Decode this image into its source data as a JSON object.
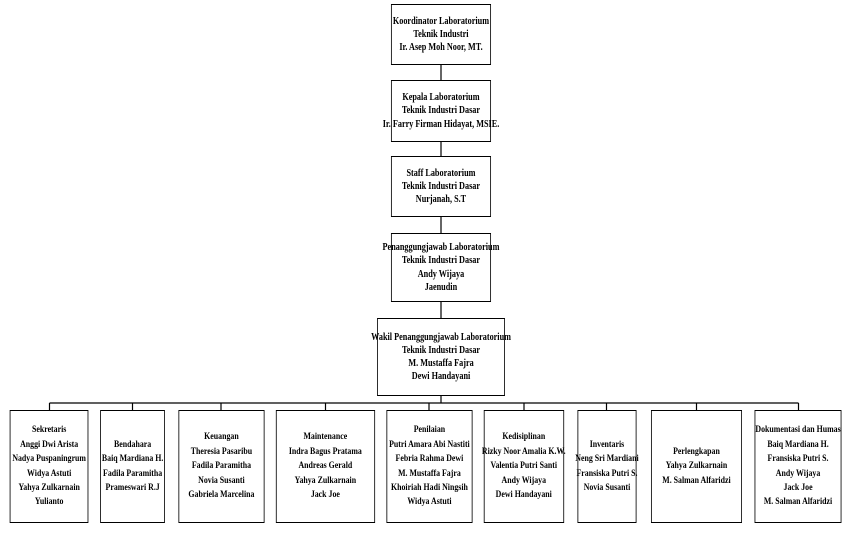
{
  "top_chain": [
    {
      "id": "koordinator",
      "lines": [
        "Koordinator Laboratorium",
        "Teknik Industri",
        "Ir. Asep Moh Noor, MT."
      ]
    },
    {
      "id": "kepala",
      "lines": [
        "Kepala Laboratorium",
        "Teknik Industri Dasar",
        "Ir. Farry Firman Hidayat, MSIE."
      ]
    },
    {
      "id": "staff",
      "lines": [
        "Staff Laboratorium",
        "Teknik Industri Dasar",
        "Nurjanah, S.T"
      ]
    },
    {
      "id": "penanggungjawab",
      "lines": [
        "Penanggungjawab Laboratorium",
        "Teknik Industri Dasar",
        "Andy Wijaya",
        "Jaenudin"
      ]
    },
    {
      "id": "wakil",
      "lines": [
        "Wakil Penanggungjawab Laboratorium",
        "Teknik Industri Dasar",
        "M. Mustaffa Fajra",
        "Dewi Handayani"
      ]
    }
  ],
  "divisions": [
    {
      "id": "sekretaris",
      "lines": [
        "Sekretaris",
        "Anggi Dwi Arista",
        "Nadya Puspaningrum",
        "Widya Astuti",
        "Yahya Zulkarnain",
        "Yulianto"
      ]
    },
    {
      "id": "bendahara",
      "lines": [
        "Bendahara",
        "Baiq Mardiana H.",
        "Fadila Paramitha",
        "Prameswari R.J"
      ]
    },
    {
      "id": "keuangan",
      "lines": [
        "Keuangan",
        "Theresia Pasaribu",
        "Fadila Paramitha",
        "Novia Susanti",
        "Gabriela Marcelina"
      ]
    },
    {
      "id": "maintenance",
      "lines": [
        "Maintenance",
        "Indra Bagus Pratama",
        "Andreas Gerald",
        "Yahya Zulkarnain",
        "Jack Joe"
      ]
    },
    {
      "id": "penilaian",
      "lines": [
        "Penilaian",
        "Putri Amara Abi Nastiti",
        "Febria Rahma Dewi",
        "M. Mustaffa Fajra",
        "Khoiriah Hadi Ningsih",
        "Widya Astuti"
      ]
    },
    {
      "id": "kedisiplinan",
      "lines": [
        "Kedisiplinan",
        "Rizky Noor Amalia K.W.",
        "Valentia Putri Santi",
        "Andy Wijaya",
        "Dewi Handayani"
      ]
    },
    {
      "id": "inventaris",
      "lines": [
        "Inventaris",
        "Neng Sri Mardiani",
        "Fransiska Putri S.",
        "Novia Susanti"
      ]
    },
    {
      "id": "perlengkapan",
      "lines": [
        "Perlengkapan",
        "Yahya Zulkarnain",
        "M. Salman Alfaridzi"
      ]
    },
    {
      "id": "dokumentasi",
      "lines": [
        "Dokumentasi dan Humas",
        "Baiq Mardiana H.",
        "Fransiska Putri S.",
        "Andy Wijaya",
        "Jack Joe",
        "M. Salman Alfaridzi"
      ]
    }
  ]
}
